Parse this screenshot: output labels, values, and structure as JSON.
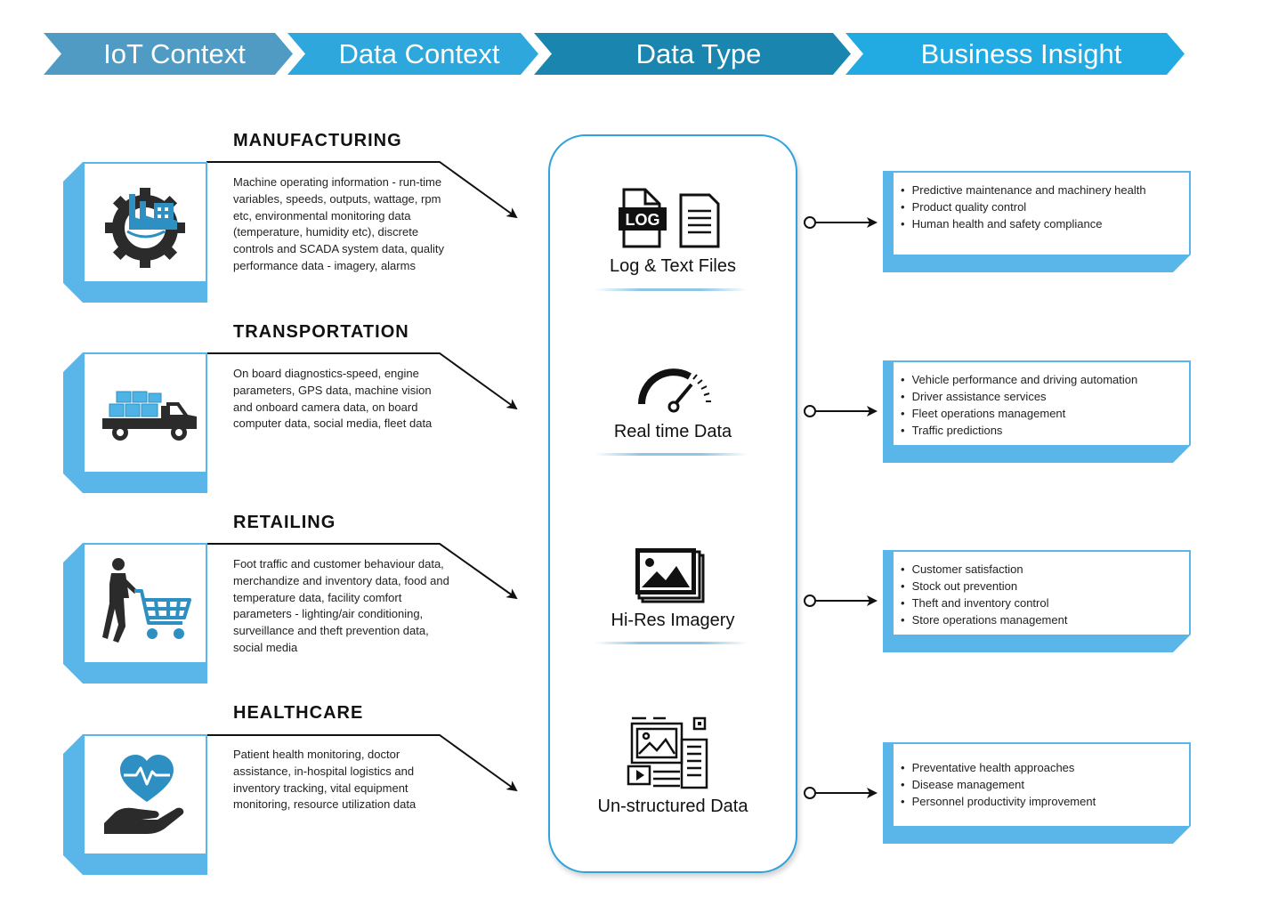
{
  "header": [
    {
      "label": "IoT Context",
      "color": "#4f9bc4"
    },
    {
      "label": "Data Context",
      "color": "#2ea8dc"
    },
    {
      "label": "Data Type",
      "color": "#1a86b0"
    },
    {
      "label": "Business Insight",
      "color": "#22aae2"
    }
  ],
  "sectors": [
    {
      "title": "MANUFACTURING",
      "icon": "factory-gear-icon",
      "description": "Machine operating information - run-time variables, speeds, outputs, wattage, rpm etc, environmental monitoring data (temperature, humidity etc), discrete controls and SCADA system data, quality performance data - imagery, alarms"
    },
    {
      "title": "TRANSPORTATION",
      "icon": "delivery-truck-icon",
      "description": "On board diagnostics-speed, engine parameters, GPS data, machine vision and onboard camera data, on board computer data, social media, fleet data"
    },
    {
      "title": "RETAILING",
      "icon": "shopping-cart-person-icon",
      "description": "Foot traffic and customer behaviour data, merchandize and inventory data, food and temperature data, facility comfort parameters - lighting/air conditioning, surveillance and theft prevention data, social media"
    },
    {
      "title": "HEALTHCARE",
      "icon": "heart-hand-icon",
      "description": "Patient health monitoring, doctor assistance, in-hospital logistics and inventory tracking, vital equipment monitoring, resource utilization data"
    }
  ],
  "data_types": [
    {
      "label": "Log & Text Files",
      "icon": "log-file-icon",
      "badge": "LOG"
    },
    {
      "label": "Real time Data",
      "icon": "speedometer-icon"
    },
    {
      "label": "Hi-Res Imagery",
      "icon": "image-stack-icon"
    },
    {
      "label": "Un-structured Data",
      "icon": "unstructured-media-icon"
    }
  ],
  "insights": [
    {
      "items": [
        "Predictive maintenance and machinery health",
        "Product quality control",
        "Human health and safety compliance"
      ]
    },
    {
      "items": [
        "Vehicle performance and driving automation",
        "Driver assistance services",
        "Fleet operations management",
        "Traffic predictions"
      ]
    },
    {
      "items": [
        "Customer satisfaction",
        "Stock out prevention",
        "Theft and inventory control",
        "Store operations management"
      ]
    },
    {
      "items": [
        "Preventative health approaches",
        "Disease management",
        "Personnel productivity improvement"
      ]
    }
  ],
  "colors": {
    "accent": "#5ab6e8",
    "border": "#2ea3dc",
    "icon_dark": "#2b2b2b",
    "icon_blue": "#2d8fc2"
  }
}
